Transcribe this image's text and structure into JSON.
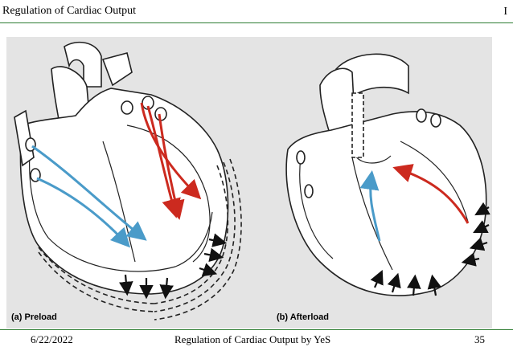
{
  "slide": {
    "title": "Regulation of Cardiac Output",
    "corner_mark": "I",
    "accent_color": "#2e7d32"
  },
  "figure": {
    "panel_a_caption": "(a) Preload",
    "panel_b_caption": "(b) Afterload",
    "colors": {
      "blue_arrow": "#4a9bc9",
      "red_arrow": "#cc2a1f",
      "background": "#e4e4e4"
    }
  },
  "footer": {
    "date": "6/22/2022",
    "center_text": "Regulation of Cardiac Output by YeS",
    "page_number": "35"
  }
}
